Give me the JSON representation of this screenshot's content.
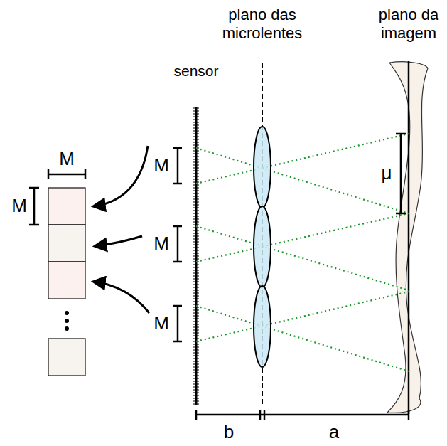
{
  "diagram": {
    "labels": [
      "plano das microlentes",
      "plano da imagem",
      "sensor",
      "M",
      "M",
      "M",
      "M",
      "M",
      "μ",
      "b",
      "a"
    ]
  }
}
